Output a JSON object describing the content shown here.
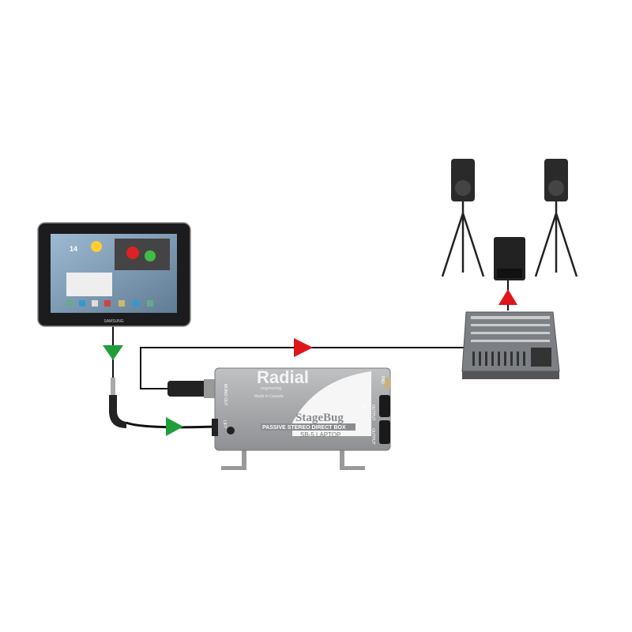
{
  "tablet": {
    "brand": "SAMSUNG",
    "clock": "14"
  },
  "direct_box": {
    "brand": "Radial",
    "brand_sub": "engineering",
    "made_in": "Made in Canada",
    "product": "StageBug",
    "description": "PASSIVE STEREO DIRECT BOX",
    "model": "SB-5 LAPTOP",
    "mono_out_label": "MONO OUT",
    "lift_label": "LIFT",
    "output_label": "OUTPUT",
    "r_label": "R",
    "l_label": "L",
    "pad_label": "PAD"
  },
  "colors": {
    "input_arrow": "#1f9e3a",
    "output_arrow": "#e0141b",
    "cable": "#111111",
    "box": "#a9abad"
  },
  "icons": [
    "tablet",
    "mini-jack",
    "xlr-connector",
    "mixer",
    "speaker",
    "subwoofer"
  ]
}
